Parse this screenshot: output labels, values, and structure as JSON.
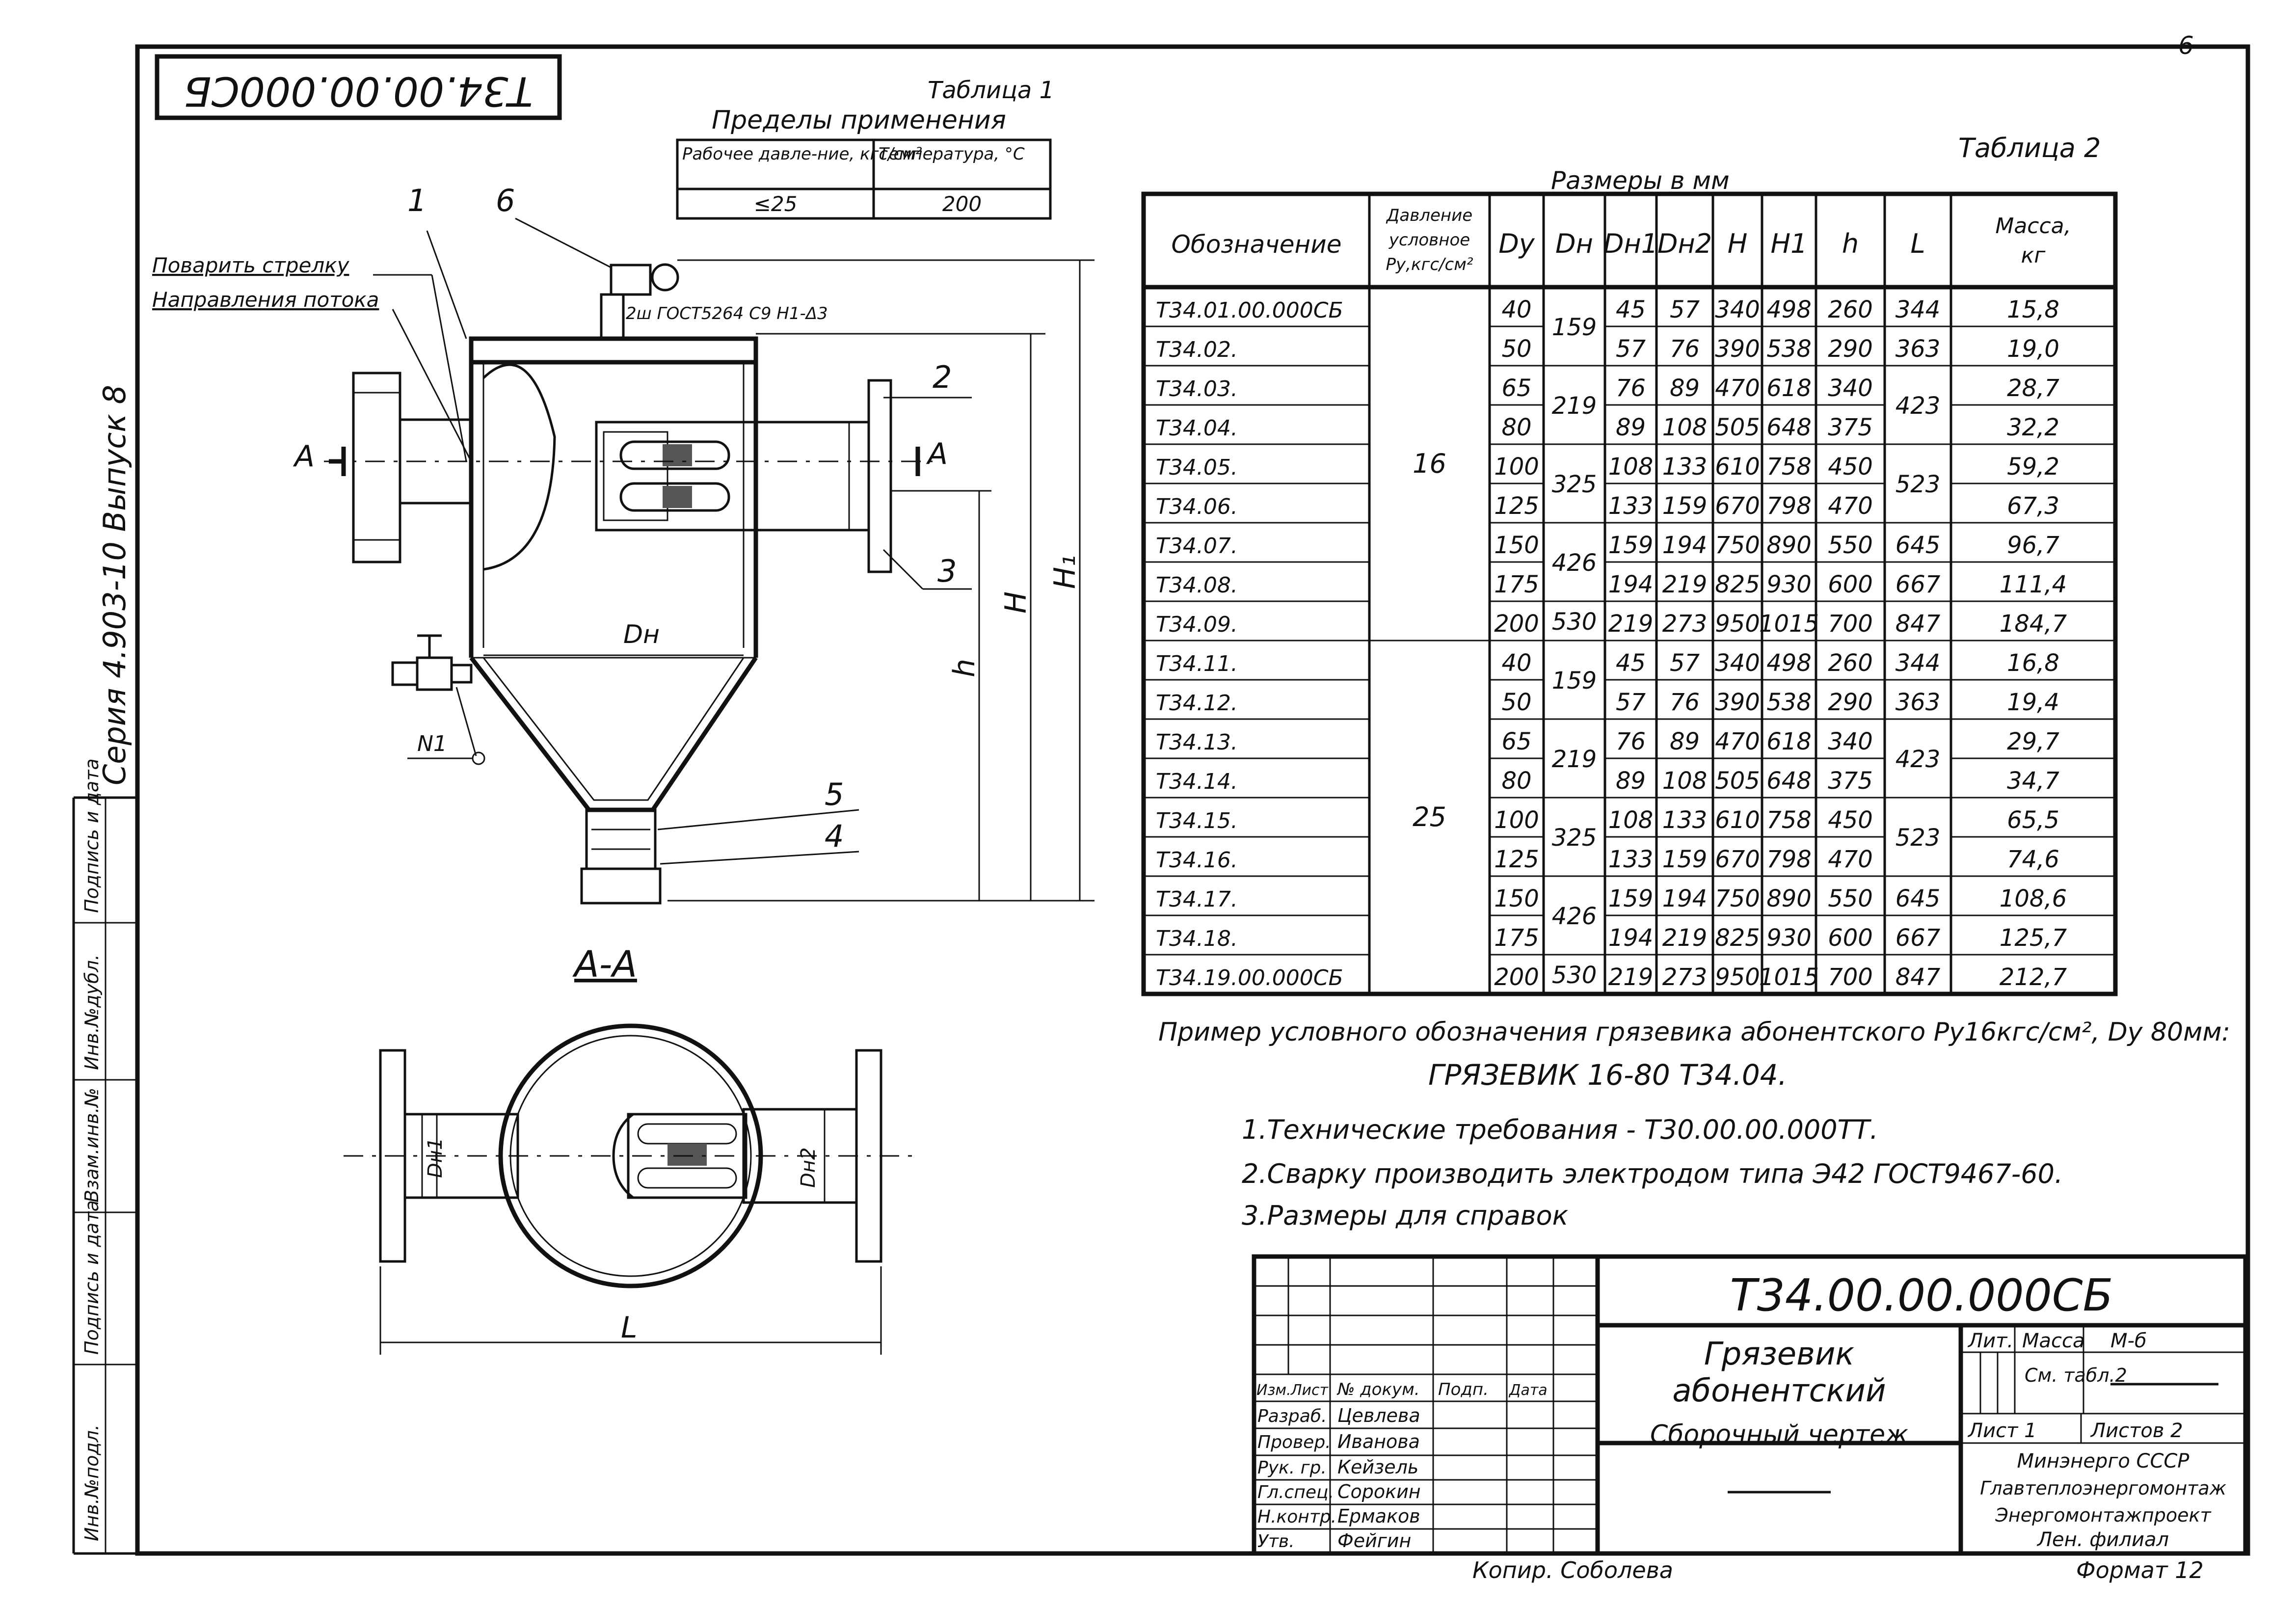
{
  "page_number": "-6-",
  "stamp_code_mirrored": "Т34.00.00.000СБ",
  "series_label": "Серия 4.903-10  Выпуск 8",
  "side_strip": [
    "Инв.№подл.",
    "Подпись и дата",
    "Взам.инв.№",
    "Инв.№дубл.",
    "Подпись и дата"
  ],
  "table1": {
    "title": "Таблица 1",
    "subtitle": "Пределы применения",
    "headers": [
      "Рабочее давле-ние, кгс/см²",
      "Температура, °С"
    ],
    "values": [
      "≤25",
      "200"
    ]
  },
  "drawing": {
    "notes": [
      "Поварить стрелку",
      "Направления потока"
    ],
    "callouts": [
      "1",
      "6",
      "2",
      "3",
      "5",
      "4"
    ],
    "fitting_label": "2ш ГОСТ5264 С9 Н1-Δ3",
    "section_marks": [
      "А",
      "А"
    ],
    "dim_labels": {
      "dh": "Dн",
      "h": "h",
      "H": "H",
      "H1": "H₁",
      "n1": "N1"
    },
    "section_title": "А-А",
    "section_dims": {
      "dh1": "Dн1",
      "dh2": "Dн2",
      "L": "L"
    }
  },
  "table2": {
    "title": "Таблица 2",
    "caption": "Размеры в мм",
    "headers": [
      "Обозначение",
      "Давление условное Ру,кгс/см²",
      "Dу",
      "Dн",
      "Dн1",
      "Dн2",
      "H",
      "H1",
      "h",
      "L",
      "Масса, кг"
    ],
    "rows": [
      [
        "Т34.01.00.000СБ",
        "40",
        "45",
        "57",
        "340",
        "498",
        "260",
        "344",
        "15,8"
      ],
      [
        "Т34.02.",
        "50",
        "57",
        "76",
        "390",
        "538",
        "290",
        "363",
        "19,0"
      ],
      [
        "Т34.03.",
        "65",
        "76",
        "89",
        "470",
        "618",
        "340",
        "",
        "28,7"
      ],
      [
        "Т34.04.",
        "80",
        "89",
        "108",
        "505",
        "648",
        "375",
        "",
        "32,2"
      ],
      [
        "Т34.05.",
        "100",
        "108",
        "133",
        "610",
        "758",
        "450",
        "",
        "59,2"
      ],
      [
        "Т34.06.",
        "125",
        "133",
        "159",
        "670",
        "798",
        "470",
        "",
        "67,3"
      ],
      [
        "Т34.07.",
        "150",
        "159",
        "194",
        "750",
        "890",
        "550",
        "645",
        "96,7"
      ],
      [
        "Т34.08.",
        "175",
        "194",
        "219",
        "825",
        "930",
        "600",
        "667",
        "111,4"
      ],
      [
        "Т34.09.",
        "200",
        "219",
        "273",
        "950",
        "1015",
        "700",
        "847",
        "184,7"
      ],
      [
        "Т34.11.",
        "40",
        "45",
        "57",
        "340",
        "498",
        "260",
        "344",
        "16,8"
      ],
      [
        "Т34.12.",
        "50",
        "57",
        "76",
        "390",
        "538",
        "290",
        "363",
        "19,4"
      ],
      [
        "Т34.13.",
        "65",
        "76",
        "89",
        "470",
        "618",
        "340",
        "",
        "29,7"
      ],
      [
        "Т34.14.",
        "80",
        "89",
        "108",
        "505",
        "648",
        "375",
        "",
        "34,7"
      ],
      [
        "Т34.15.",
        "100",
        "108",
        "133",
        "610",
        "758",
        "450",
        "",
        "65,5"
      ],
      [
        "Т34.16.",
        "125",
        "133",
        "159",
        "670",
        "798",
        "470",
        "",
        "74,6"
      ],
      [
        "Т34.17.",
        "150",
        "159",
        "194",
        "750",
        "890",
        "550",
        "645",
        "108,6"
      ],
      [
        "Т34.18.",
        "175",
        "194",
        "219",
        "825",
        "930",
        "600",
        "667",
        "125,7"
      ],
      [
        "Т34.19.00.000СБ",
        "200",
        "219",
        "273",
        "950",
        "1015",
        "700",
        "847",
        "212,7"
      ]
    ],
    "pressure_groups": [
      "16",
      "25"
    ],
    "dh_groups": [
      "159",
      "219",
      "325",
      "426",
      "530",
      "159",
      "219",
      "325",
      "426",
      "530"
    ],
    "l_groups": [
      "423",
      "523",
      "423",
      "523"
    ]
  },
  "example": {
    "line1": "Пример условного обозначения грязевика абонентского Ру16кгс/см², Dу 80мм:",
    "line2": "ГРЯЗЕВИК 16-80   Т34.04."
  },
  "notes": [
    "1.Технические требования - Т30.00.00.000ТТ.",
    "2.Сварку производить электродом типа Э42 ГОСТ9467-60.",
    "3.Размеры для справок"
  ],
  "title_block": {
    "code": "Т34.00.00.000СБ",
    "name": [
      "Грязевик",
      "абонентский"
    ],
    "doc_type": "Сборочный чертеж",
    "col_headers": [
      "Изм.",
      "Лист",
      "№ докум.",
      "Подп.",
      "Дата"
    ],
    "roles": [
      "Разраб.",
      "Провер.",
      "Рук. гр.",
      "Гл.спец.",
      "Н.контр.",
      "Утв."
    ],
    "names": [
      "Цевлева",
      "Иванова",
      "Кейзель",
      "Сорокин",
      "Ермаков",
      "Фейгин"
    ],
    "lit_label": "Лит.",
    "mass_label": "Масса",
    "scale_label": "М-б",
    "mass_value": "См. табл.2",
    "sheet": "Лист 1",
    "sheets": "Листов 2",
    "org": [
      "Минэнерго СССР",
      "Главтеплоэнергомонтаж",
      "Энергомонтажпроект",
      "Лен. филиал"
    ],
    "copied": "Копир. Соболева",
    "format": "Формат 12"
  }
}
